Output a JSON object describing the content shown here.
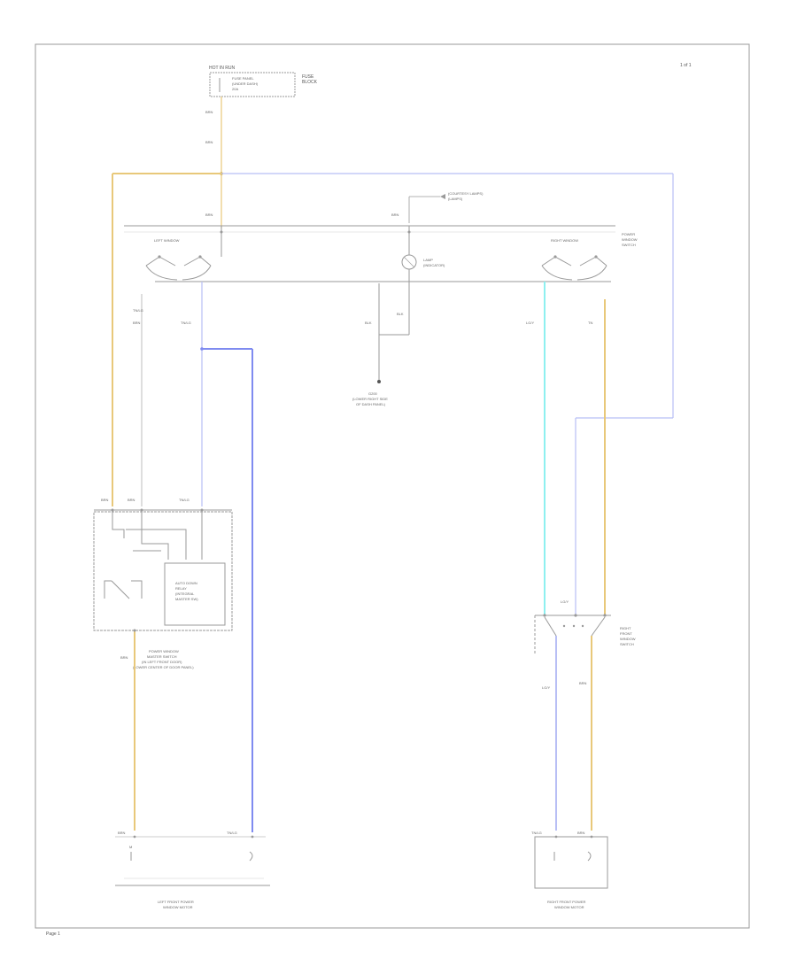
{
  "diagram": {
    "page_id": "1 of 1",
    "footer": "Page 1",
    "fuse": {
      "header": "HOT IN RUN",
      "body_line1": "FUSE PANEL",
      "body_line2": "(UNDER DASH)",
      "body_line3": "20A",
      "label_line1": "FUSE",
      "label_line2": "BLOCK"
    },
    "wire_codes": {
      "feed_top": "BRN",
      "feed_mid": "BRN",
      "bus_left": "BRN",
      "bus_center": "BRN",
      "left_sw_out1": "TN/LG",
      "left_sw_out2": "TN/LG",
      "left_sw_out3": "BRN",
      "right_sw_out1": "LG/Y",
      "right_sw_out2": "TN",
      "ground_wire": "BLK",
      "lamp_wire": "BLK",
      "master_in1": "BRN",
      "master_in2": "BRN",
      "master_in3": "TN/LG",
      "master_out": "BRN",
      "right_sw_in1": "LG/Y",
      "right_sw_out_a": "LG/Y",
      "right_sw_out_b": "BRN",
      "left_motor_a": "BRN",
      "left_motor_b": "TN/LG",
      "right_motor_a": "TN/LG",
      "right_motor_b": "BRN"
    },
    "labels": {
      "illum_note_1": "(COURTESY LAMPS)",
      "illum_note_2": "(LAMPS)",
      "left_switch": "LEFT WINDOW",
      "right_switch": "RIGHT WINDOW",
      "center_lamp_1": "LAMP",
      "center_lamp_2": "(INDICATOR)",
      "switch_assy_1": "POWER",
      "switch_assy_2": "WINDOW",
      "switch_assy_3": "SWITCH",
      "ground_1": "G200",
      "ground_2": "(LOWER RIGHT SIDE",
      "ground_3": "OF DASH PANEL)",
      "master_title_1": "POWER WINDOW",
      "master_title_2": "MASTER SWITCH",
      "master_title_3": "(IN LEFT FRONT DOOR)",
      "master_title_4": "(LOWER CENTER OF DOOR PANEL)",
      "relay_1": "AUTO DOWN",
      "relay_2": "RELAY",
      "relay_3": "(INTEGRAL",
      "relay_4": "MASTER SW)",
      "right_door_sw_1": "RIGHT",
      "right_door_sw_2": "FRONT",
      "right_door_sw_3": "WINDOW",
      "right_door_sw_4": "SWITCH",
      "left_motor_1": "LEFT FRONT POWER",
      "left_motor_2": "WINDOW MOTOR",
      "right_motor_1": "RIGHT FRONT POWER",
      "right_motor_2": "WINDOW MOTOR"
    },
    "colors": {
      "border": "#9a9a9a",
      "wire_tan": "#e8c87a",
      "wire_tan_dark": "#d9b44a",
      "wire_blue": "#7f8bf0",
      "wire_blue_light": "#b8bff5",
      "wire_cyan": "#8ef0f0",
      "wire_gray": "#b5b5b5"
    }
  }
}
